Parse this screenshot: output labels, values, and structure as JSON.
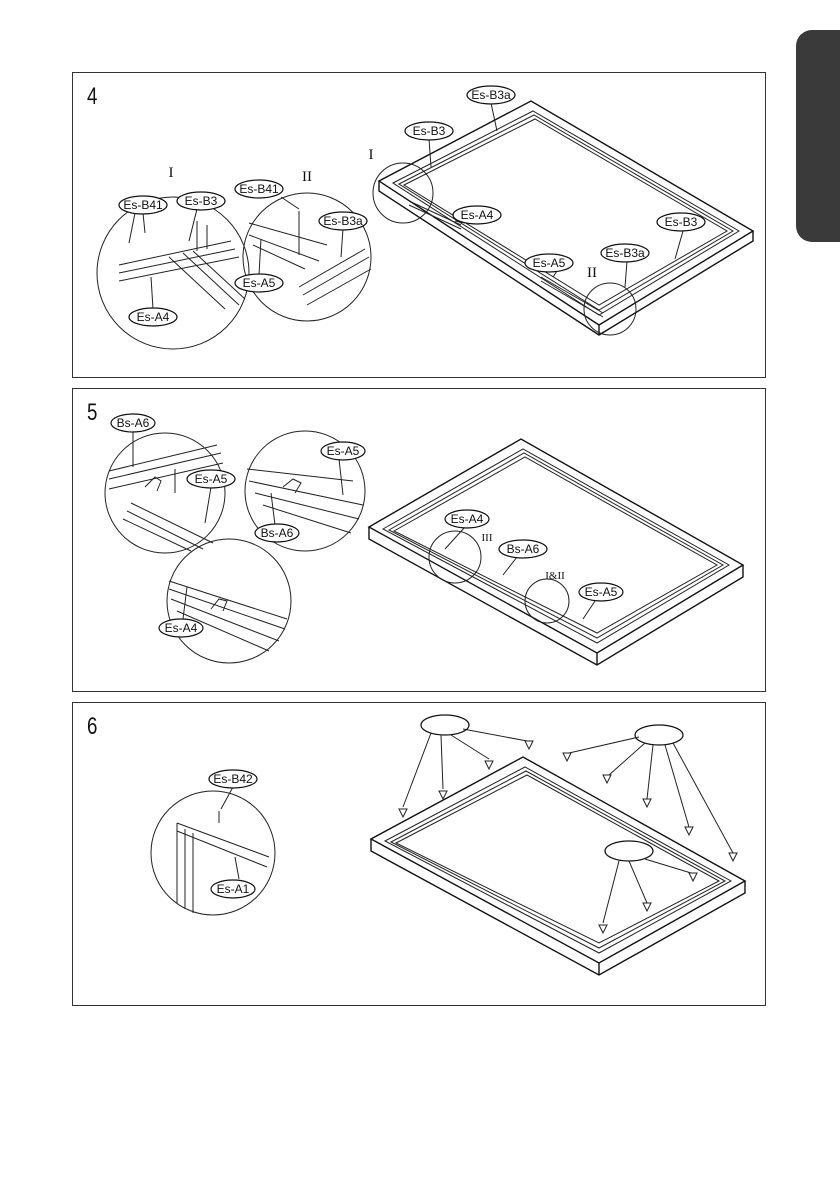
{
  "steps": [
    {
      "number": "4",
      "callouts": {
        "a": "Es-B3a",
        "b": "Es-B3",
        "c": "Es-A4",
        "d": "Es-B3",
        "e": "Es-A5",
        "f": "Es-B3a",
        "g": "Es-B41",
        "h": "Es-B3",
        "i": "Es-A4",
        "j": "Es-B41",
        "k": "Es-B3a",
        "l": "Es-A5"
      },
      "markers": {
        "detail1": "I",
        "detail2": "II",
        "main1": "I",
        "main2": "II"
      }
    },
    {
      "number": "5",
      "callouts": {
        "a": "Bs-A6",
        "b": "Es-A5",
        "c": "Es-A5",
        "d": "Bs-A6",
        "e": "Es-A4",
        "f": "Es-A4",
        "g": "Bs-A6",
        "h": "Es-A5"
      },
      "markers": {
        "m1": "III",
        "m2": "I&II"
      }
    },
    {
      "number": "6",
      "callouts": {
        "a": "Es-B42",
        "b": "Es-A1"
      }
    }
  ],
  "colors": {
    "line": "#222222",
    "tab": "#3a3a3a",
    "background": "#ffffff"
  }
}
